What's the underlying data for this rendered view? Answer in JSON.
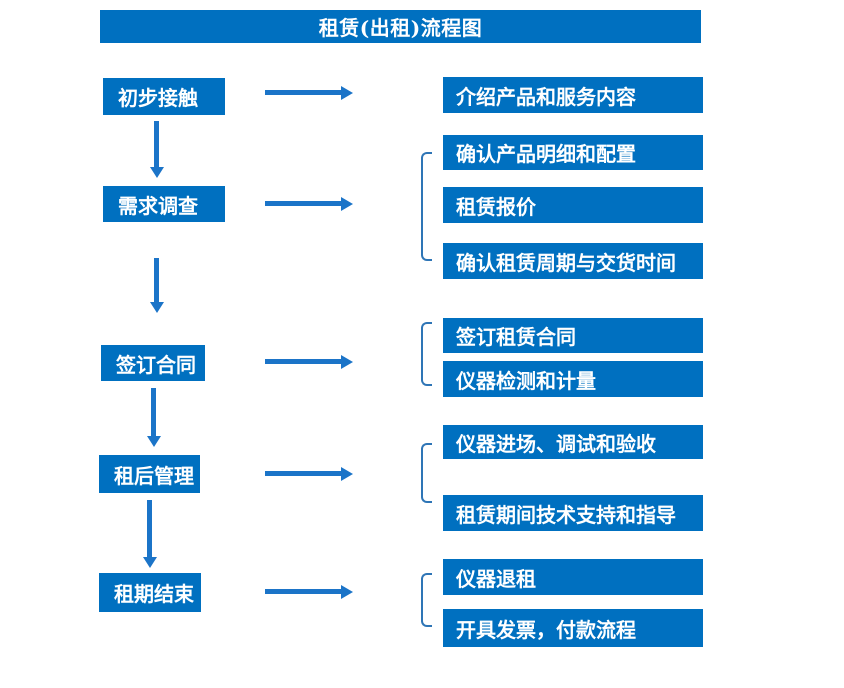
{
  "title": "租赁(出租)流程图",
  "colors": {
    "box_fill": "#0070C0",
    "arrow": "#1B74C8",
    "bracket": "#2E75B6",
    "text": "#FFFFFF",
    "background": "#FFFFFF"
  },
  "rows": [
    {
      "stage": "初步接触",
      "outputs": [
        "介绍产品和服务内容"
      ]
    },
    {
      "stage": "需求调查",
      "outputs": [
        "确认产品明细和配置",
        "租赁报价",
        "确认租赁周期与交货时间"
      ]
    },
    {
      "stage": "签订合同",
      "outputs": [
        "签订租赁合同",
        "仪器检测和计量"
      ]
    },
    {
      "stage": "租后管理",
      "outputs": [
        "仪器进场、调试和验收",
        "租赁期间技术支持和指导"
      ]
    },
    {
      "stage": "租期结束",
      "outputs": [
        "仪器退租",
        "开具发票，付款流程"
      ]
    }
  ]
}
